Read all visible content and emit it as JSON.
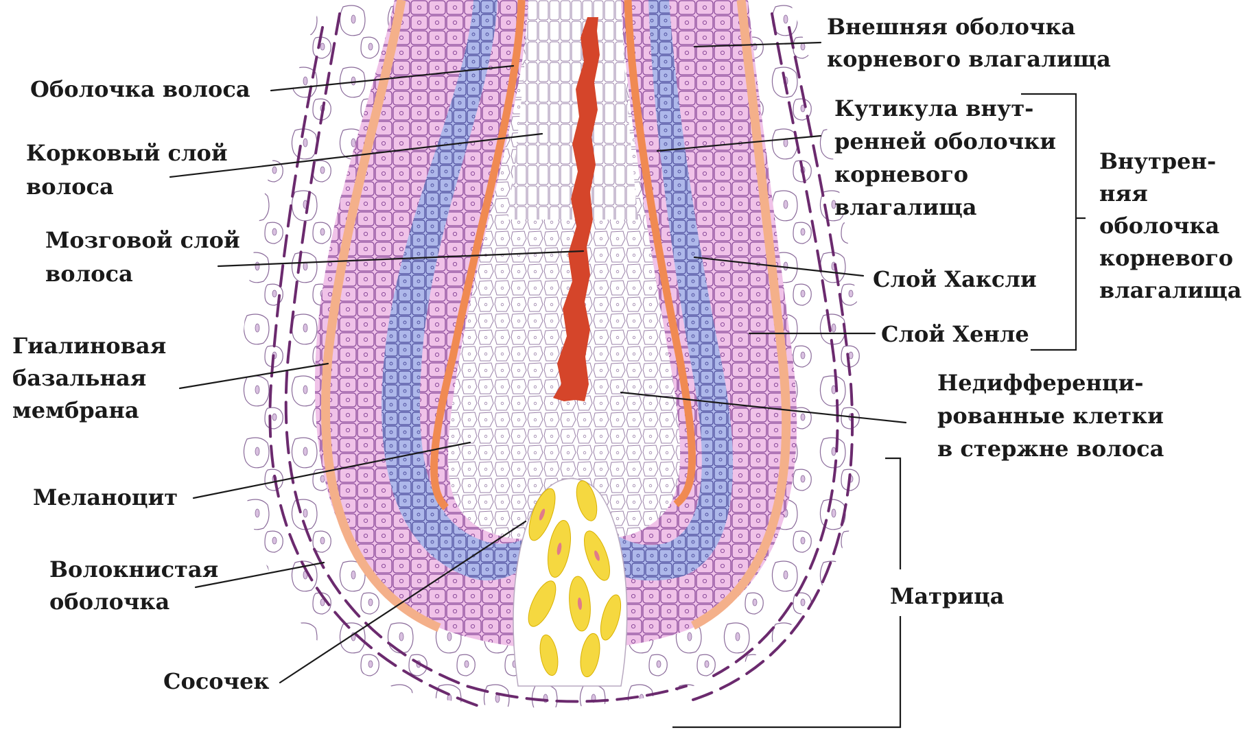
{
  "labels": {
    "hair_cuticle": "Оболочка волоса",
    "cortex": [
      "Корковый слой",
      "волоса"
    ],
    "medulla": [
      "Мозговой слой",
      "волоса"
    ],
    "glassy_membrane": [
      "Гиалиновая",
      "базальная",
      "мембрана"
    ],
    "melanocyte": "Меланоцит",
    "fibrous_sheath": [
      "Волокнистая",
      "оболочка"
    ],
    "papilla": "Сосочек",
    "outer_root_sheath": [
      "Внешняя оболочка",
      "корневого влагалища"
    ],
    "irs_cuticle": [
      "Кутикула внут-",
      "ренней оболочки",
      "корневого",
      "влагалища"
    ],
    "inner_root_sheath": [
      "Внутрен-",
      "няя",
      "оболочка",
      "корневого",
      "влагалища"
    ],
    "huxley_layer": "Слой Хаксли",
    "henle_layer": "Слой Хенле",
    "undifferentiated_cells": [
      "Недифференци-",
      "рованные клетки",
      "в стержне волоса"
    ],
    "matrix": "Матрица"
  },
  "colors": {
    "outer_root_sheath": "#f0c2e8",
    "henle_layer": "#a9b4e6",
    "irs_cuticle": "#f08a52",
    "glassy_membrane": "#f4b08a",
    "medulla": "#d5452a",
    "papilla_cells": "#f5d840",
    "fibrous_sheath": "#6b2a6e",
    "cell_outline": "#9a7aa8"
  }
}
